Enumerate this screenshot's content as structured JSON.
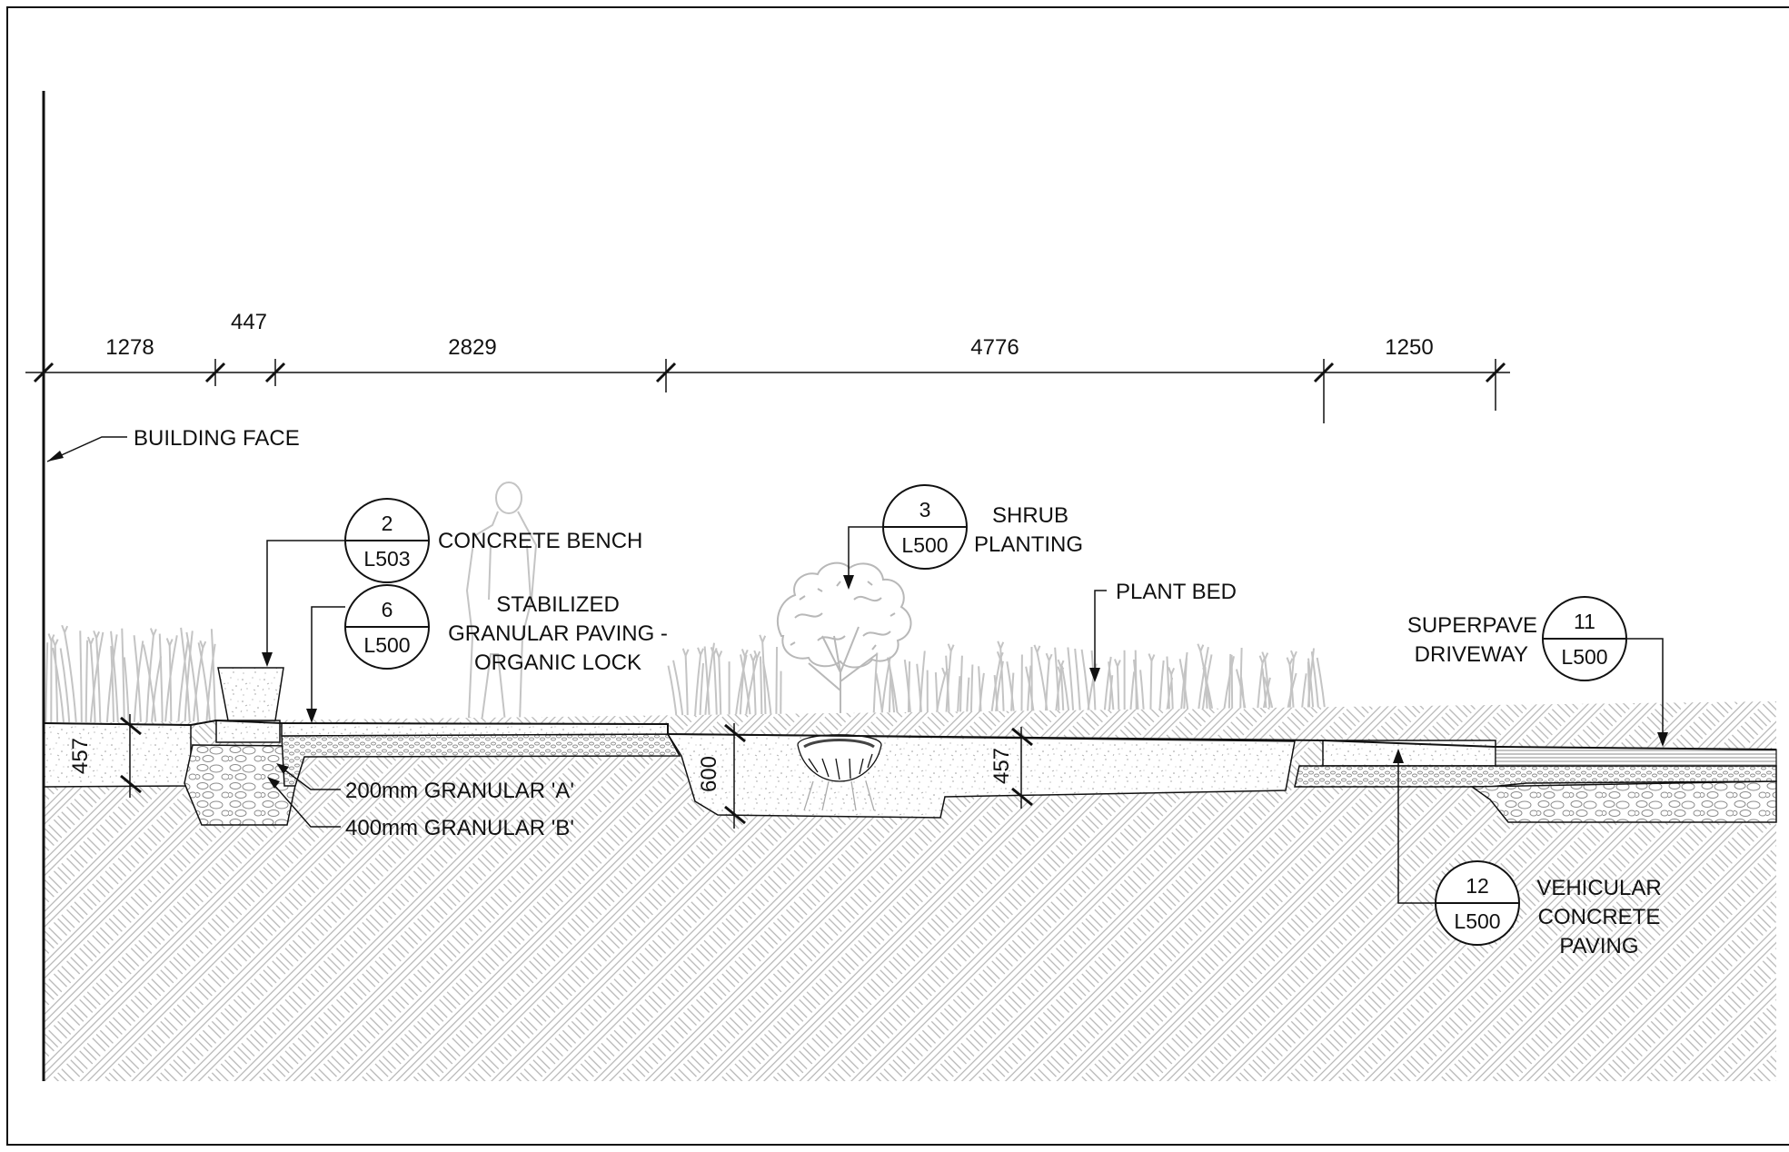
{
  "dimensions": {
    "top": [
      "1278",
      "447",
      "2829",
      "4776",
      "1250"
    ],
    "depth_left": "457",
    "depth_center": "600",
    "depth_right": "457"
  },
  "labels": {
    "building_face": "BUILDING FACE",
    "concrete_bench": "CONCRETE BENCH",
    "stabilized_paving": [
      "STABILIZED",
      "GRANULAR PAVING -",
      "ORGANIC LOCK"
    ],
    "shrub_planting": [
      "SHRUB",
      "PLANTING"
    ],
    "plant_bed": "PLANT BED",
    "superpave": [
      "SUPERPAVE",
      "DRIVEWAY"
    ],
    "granular_a": "200mm GRANULAR 'A'",
    "granular_b": "400mm GRANULAR 'B'",
    "vehicular": [
      "VEHICULAR",
      "CONCRETE",
      "PAVING"
    ]
  },
  "callouts": {
    "bench": {
      "number": "2",
      "sheet": "L503"
    },
    "paving": {
      "number": "6",
      "sheet": "L500"
    },
    "shrub": {
      "number": "3",
      "sheet": "L500"
    },
    "superpave": {
      "number": "11",
      "sheet": "L500"
    },
    "vehicular": {
      "number": "12",
      "sheet": "L500"
    }
  },
  "colors": {
    "line": "#111111",
    "hatch": "#b4b4b4",
    "vegetation": "#c4c4c4"
  }
}
